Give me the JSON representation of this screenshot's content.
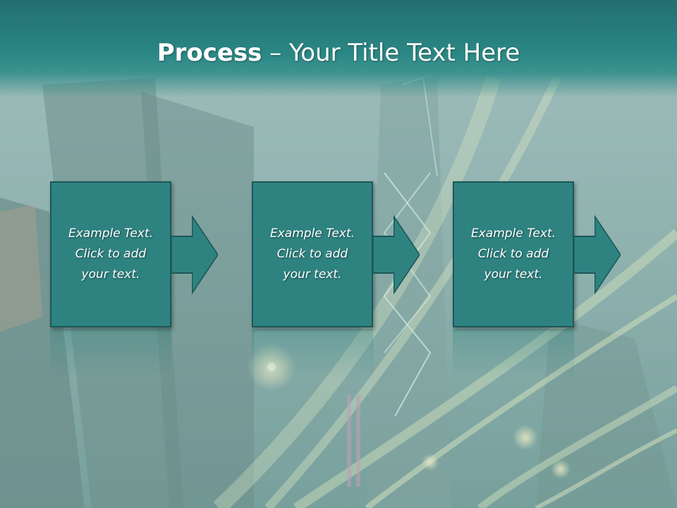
{
  "slide": {
    "title_strong": "Process",
    "title_rest": " – Your Title Text Here"
  },
  "steps": [
    {
      "lines": [
        "Example Text.",
        "Click  to add",
        "your text."
      ]
    },
    {
      "lines": [
        "Example Text.",
        "Click  to add",
        "your text."
      ]
    },
    {
      "lines": [
        "Example Text.",
        "Click  to add",
        "your text."
      ]
    }
  ],
  "colors": {
    "header": "#2a8784",
    "box_fill": "#2e8381",
    "box_border": "#1c5757",
    "text": "#ffffff"
  }
}
